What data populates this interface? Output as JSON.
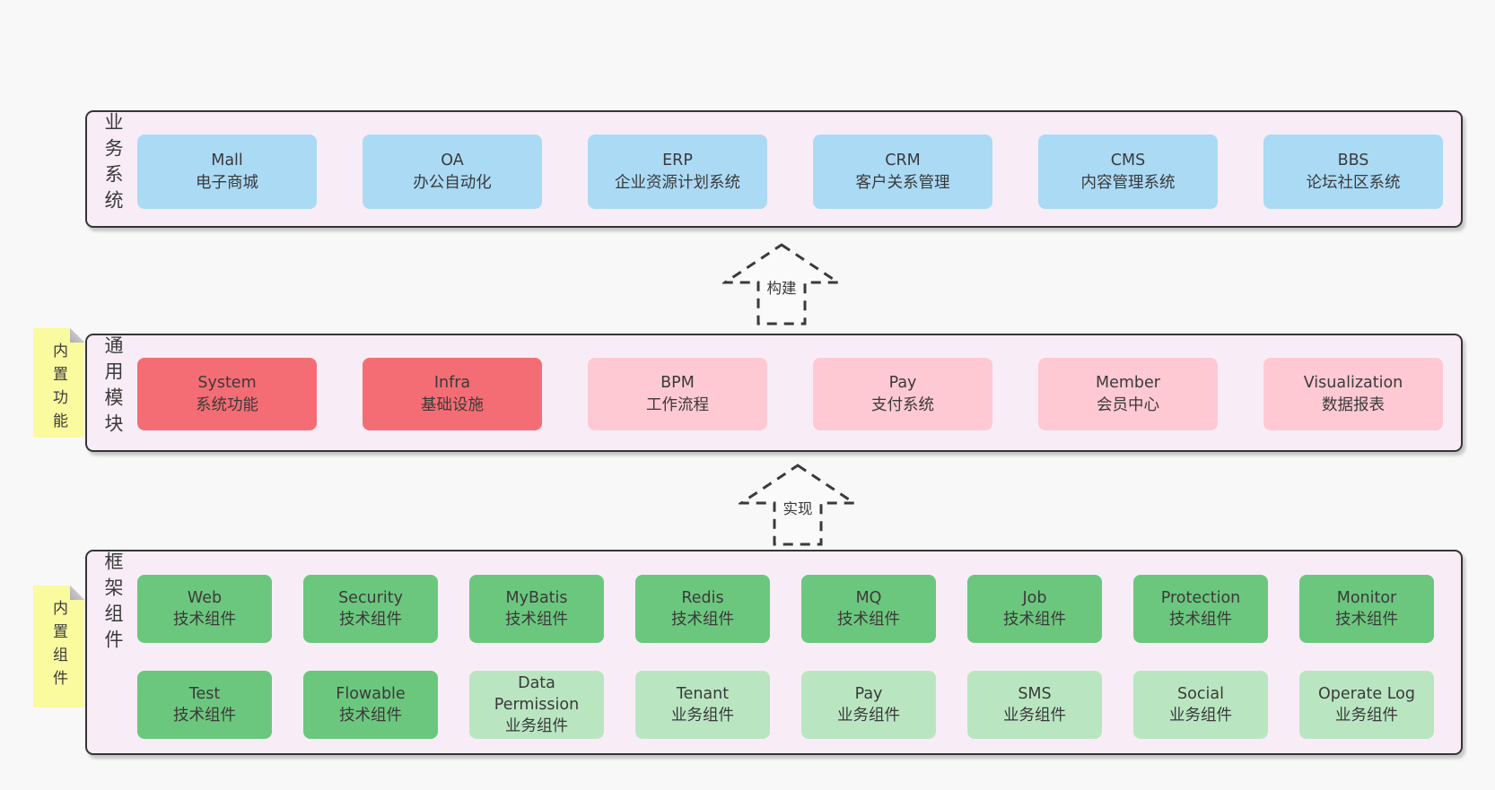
{
  "colors": {
    "page_bg": "#f8f8f8",
    "panel_bg": "#f8edf6",
    "panel_border": "#353535",
    "sticky": "#fafa9e",
    "text": "#3a3a3a",
    "blue": "#abdaf5",
    "red": "#f56d74",
    "pink": "#fec9d3",
    "green": "#6cc77e",
    "lightgreen": "#b9e6c1"
  },
  "arrows": [
    {
      "label": "构建"
    },
    {
      "label": "实现"
    }
  ],
  "sections": [
    {
      "id": "business-systems",
      "side_label": "业务系统",
      "boxes": [
        {
          "title": "Mall",
          "subtitle": "电子商城",
          "variant": "blue"
        },
        {
          "title": "OA",
          "subtitle": "办公自动化",
          "variant": "blue"
        },
        {
          "title": "ERP",
          "subtitle": "企业资源计划系统",
          "variant": "blue"
        },
        {
          "title": "CRM",
          "subtitle": "客户关系管理",
          "variant": "blue"
        },
        {
          "title": "CMS",
          "subtitle": "内容管理系统",
          "variant": "blue"
        },
        {
          "title": "BBS",
          "subtitle": "论坛社区系统",
          "variant": "blue"
        }
      ]
    },
    {
      "id": "common-modules",
      "side_label": "通用模块",
      "sticky": "内置功能",
      "boxes": [
        {
          "title": "System",
          "subtitle": "系统功能",
          "variant": "red"
        },
        {
          "title": "Infra",
          "subtitle": "基础设施",
          "variant": "red"
        },
        {
          "title": "BPM",
          "subtitle": "工作流程",
          "variant": "pink"
        },
        {
          "title": "Pay",
          "subtitle": "支付系统",
          "variant": "pink"
        },
        {
          "title": "Member",
          "subtitle": "会员中心",
          "variant": "pink"
        },
        {
          "title": "Visualization",
          "subtitle": "数据报表",
          "variant": "pink"
        }
      ]
    },
    {
      "id": "framework-components",
      "side_label": "框架组件",
      "sticky": "内置组件",
      "rows": [
        [
          {
            "title": "Web",
            "subtitle": "技术组件",
            "variant": "green"
          },
          {
            "title": "Security",
            "subtitle": "技术组件",
            "variant": "green"
          },
          {
            "title": "MyBatis",
            "subtitle": "技术组件",
            "variant": "green"
          },
          {
            "title": "Redis",
            "subtitle": "技术组件",
            "variant": "green"
          },
          {
            "title": "MQ",
            "subtitle": "技术组件",
            "variant": "green"
          },
          {
            "title": "Job",
            "subtitle": "技术组件",
            "variant": "green"
          },
          {
            "title": "Protection",
            "subtitle": "技术组件",
            "variant": "green"
          },
          {
            "title": "Monitor",
            "subtitle": "技术组件",
            "variant": "green"
          }
        ],
        [
          {
            "title": "Test",
            "subtitle": "技术组件",
            "variant": "green"
          },
          {
            "title": "Flowable",
            "subtitle": "技术组件",
            "variant": "green"
          },
          {
            "title": "Data Permission",
            "subtitle": "业务组件",
            "variant": "lightgreen"
          },
          {
            "title": "Tenant",
            "subtitle": "业务组件",
            "variant": "lightgreen"
          },
          {
            "title": "Pay",
            "subtitle": "业务组件",
            "variant": "lightgreen"
          },
          {
            "title": "SMS",
            "subtitle": "业务组件",
            "variant": "lightgreen"
          },
          {
            "title": "Social",
            "subtitle": "业务组件",
            "variant": "lightgreen"
          },
          {
            "title": "Operate Log",
            "subtitle": "业务组件",
            "variant": "lightgreen"
          }
        ]
      ]
    }
  ]
}
